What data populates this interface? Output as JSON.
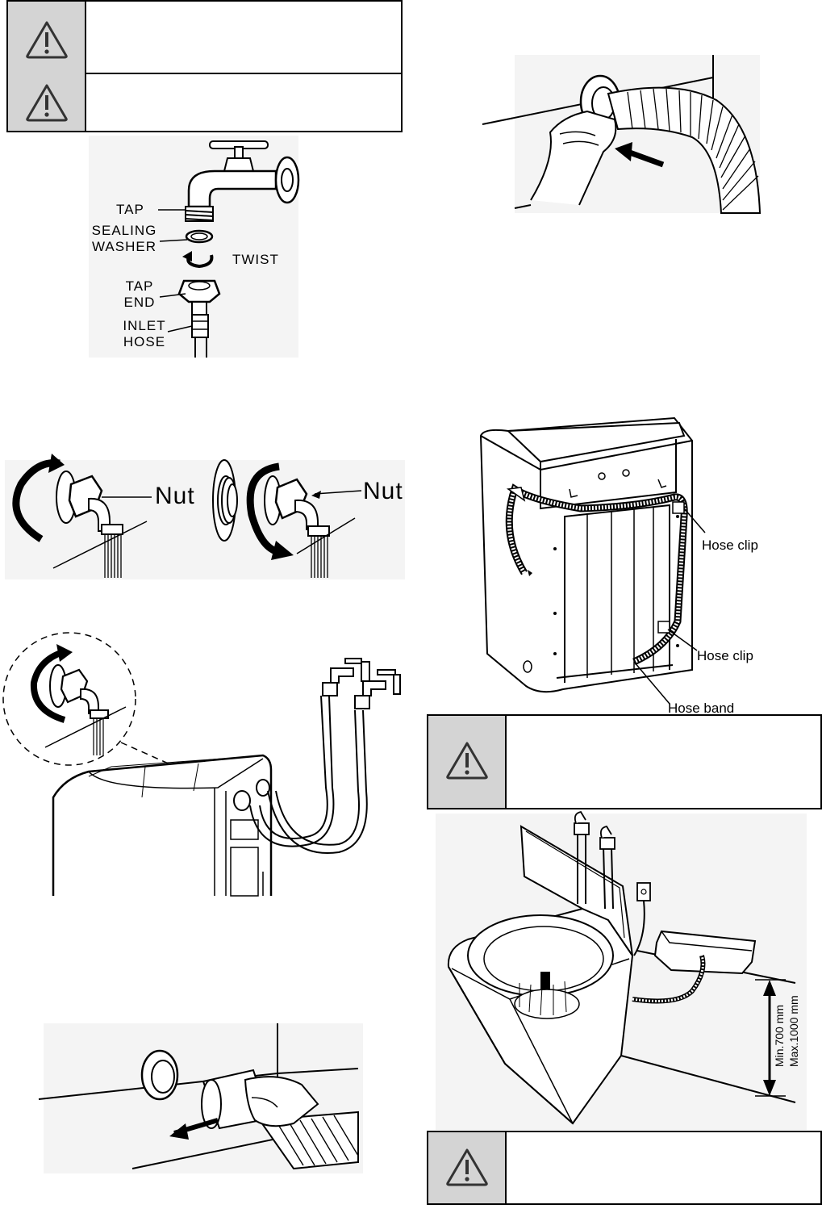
{
  "icons": {
    "warning": "warning-triangle-icon"
  },
  "tap_diagram": {
    "tap": "TAP",
    "sealing_washer": [
      "SEALING",
      "WASHER"
    ],
    "twist": "TWIST",
    "tap_end": [
      "TAP",
      "END"
    ],
    "inlet_hose": [
      "INLET",
      "HOSE"
    ]
  },
  "nut_diagram": {
    "nut_left": "Nut",
    "nut_right": "Nut"
  },
  "hose_diagram": {
    "clip_top": "Hose clip",
    "clip_bottom": "Hose clip",
    "band": "Hose band"
  },
  "drain_diagram": {
    "min": "Min.700 mm",
    "max": "Max.1000 mm"
  }
}
